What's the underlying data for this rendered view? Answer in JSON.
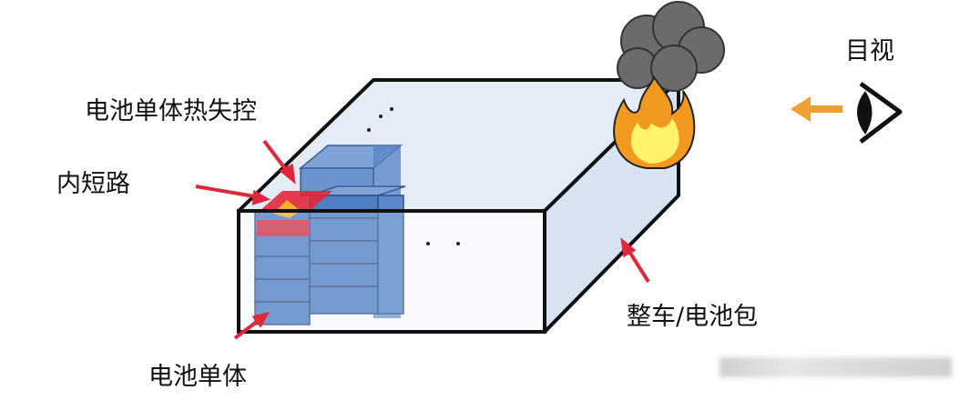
{
  "labels": {
    "thermal_runaway": "电池单体热失控",
    "internal_short": "内短路",
    "vehicle_pack": "整车/电池包",
    "battery_cell": "电池单体",
    "visual": "目视"
  },
  "colors": {
    "box_fill": "#dfe9f5",
    "cell_blue": "#4f7fc2",
    "fault_red": "#e0283a",
    "pointer_red": "#e0283a",
    "smoke": "#6b6b6b",
    "flame_outer": "#f29a1f",
    "flame_inner": "#fff36a",
    "arrow_orange": "#f0a030"
  }
}
